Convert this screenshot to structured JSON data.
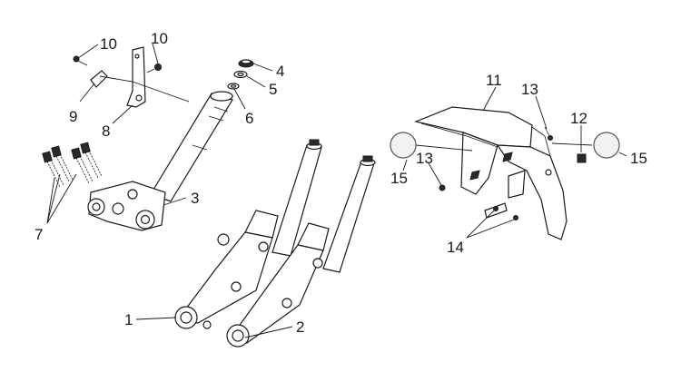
{
  "diagram": {
    "callouts": {
      "c1": "1",
      "c2": "2",
      "c3": "3",
      "c4": "4",
      "c5": "5",
      "c6": "6",
      "c7": "7",
      "c8": "8",
      "c9": "9",
      "c10a": "10",
      "c10b": "10",
      "c11": "11",
      "c12": "12",
      "c13a": "13",
      "c13b": "13",
      "c14": "14",
      "c15a": "15",
      "c15b": "15"
    }
  }
}
